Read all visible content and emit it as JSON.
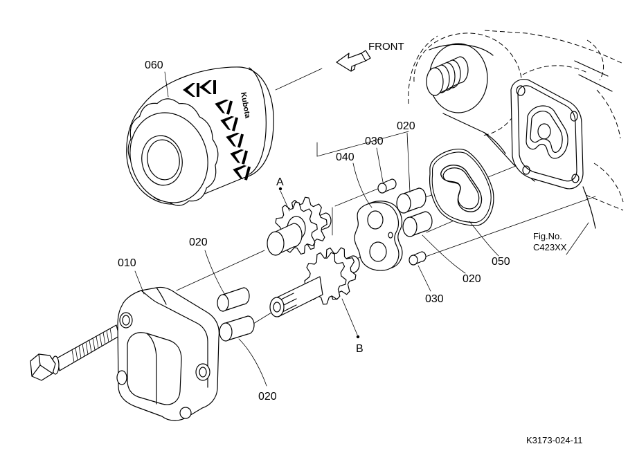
{
  "diagram": {
    "front_label": "FRONT",
    "logo_text": "Kubota",
    "callouts": {
      "filter": "060",
      "plate": "040",
      "pin_upper": "030",
      "bushing_upper": "020",
      "bushing_left": "020",
      "cover": "010",
      "gasket": "050",
      "bushing_lower_right": "020",
      "pin_lower": "030",
      "bushing_bottom": "020"
    },
    "points": {
      "a": "A",
      "b": "B"
    },
    "figure_ref": {
      "label": "Fig.No.",
      "number": "C423XX"
    },
    "drawing_number": "K3173-024-11"
  }
}
